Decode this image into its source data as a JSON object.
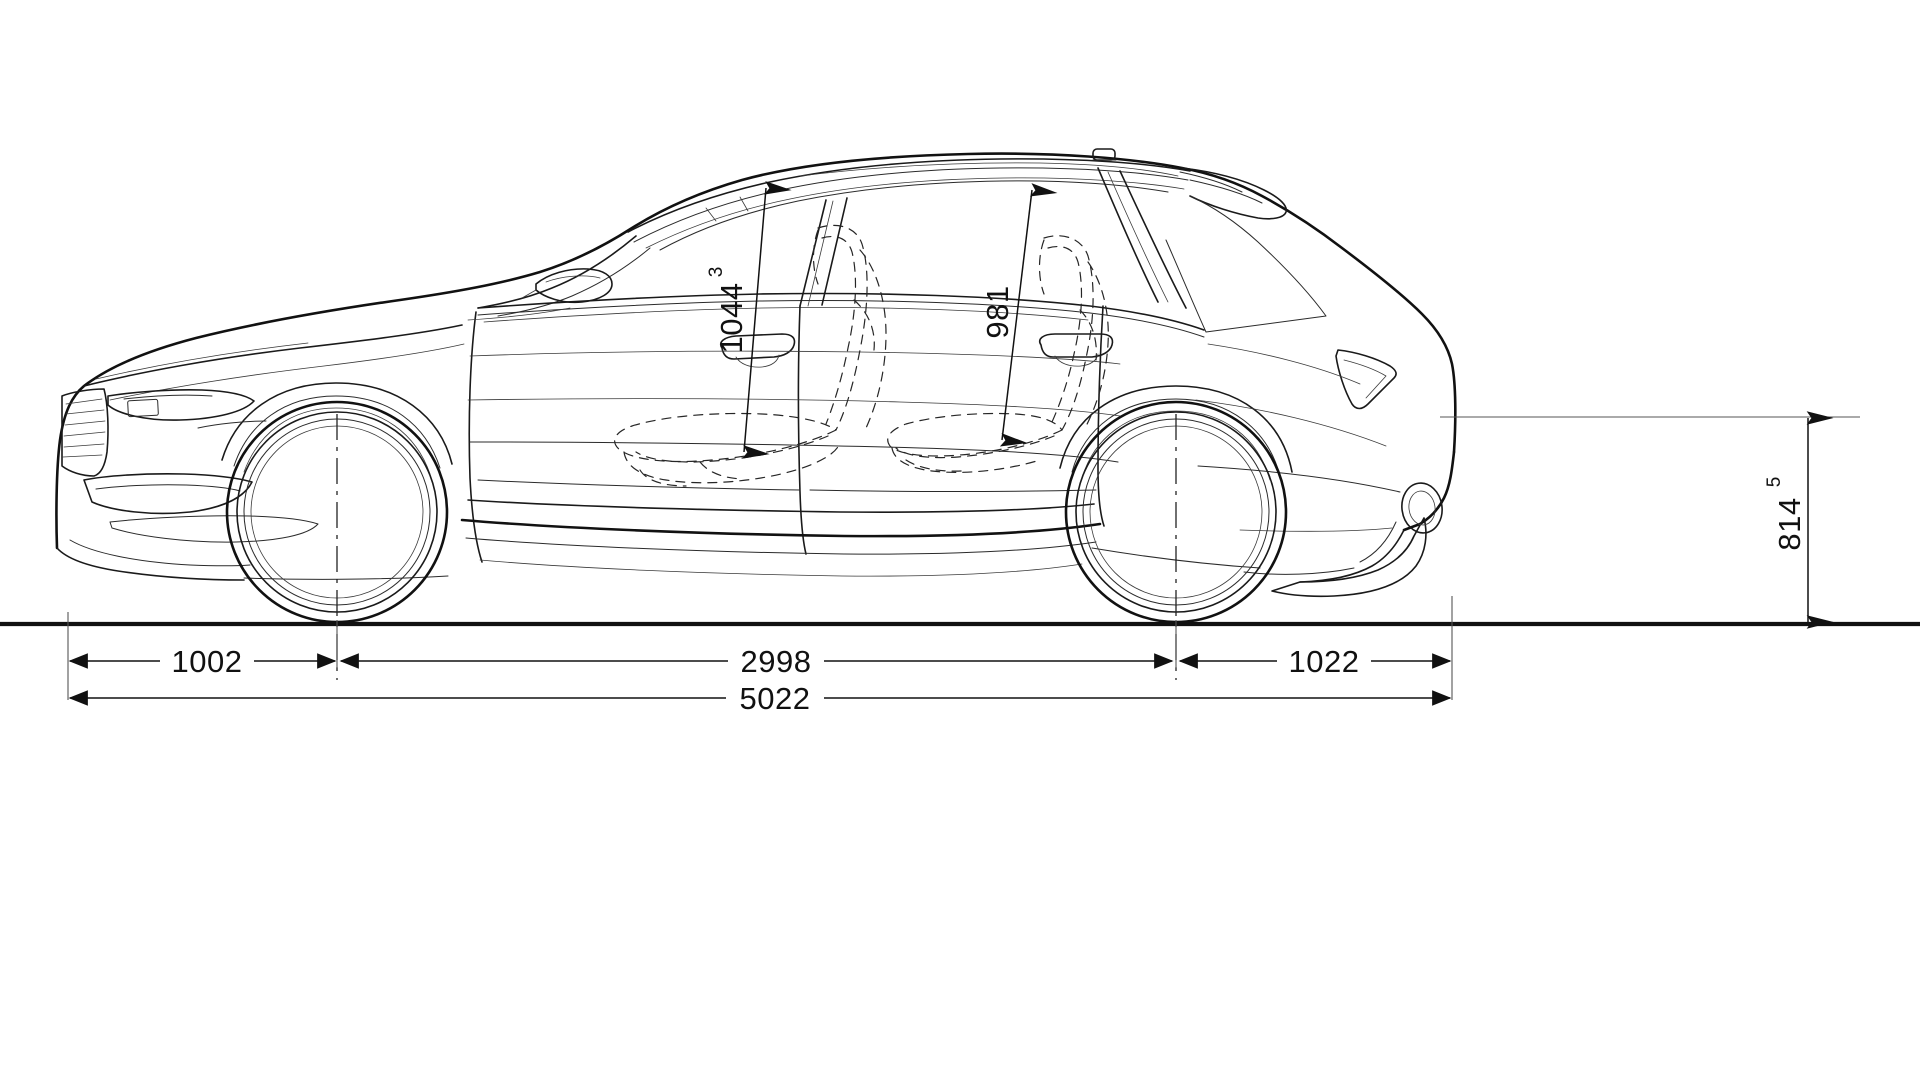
{
  "drawing": {
    "subject": "audi-rs-q8-side-view-dimension-drawing",
    "view": "side elevation",
    "units": "mm",
    "background_color": "#ffffff",
    "line_color": "#1a1a1a"
  },
  "dimensions": {
    "front_overhang": {
      "value": "1002",
      "superscript": ""
    },
    "wheelbase": {
      "value": "2998",
      "superscript": ""
    },
    "rear_overhang": {
      "value": "1022",
      "superscript": ""
    },
    "overall_length": {
      "value": "5022",
      "superscript": ""
    },
    "front_headroom": {
      "value": "1044",
      "superscript": "3"
    },
    "rear_headroom": {
      "value": "981",
      "superscript": ""
    },
    "rear_load_height": {
      "value": "814",
      "superscript": "5"
    }
  },
  "labels": {
    "front_overhang_label": "1002",
    "wheelbase_label": "2998",
    "rear_overhang_label": "1022",
    "overall_length_label": "5022",
    "front_headroom_label": "1044",
    "front_headroom_sup": "3",
    "rear_headroom_label": "981",
    "rear_load_height_label": "814",
    "rear_load_height_sup": "5"
  }
}
